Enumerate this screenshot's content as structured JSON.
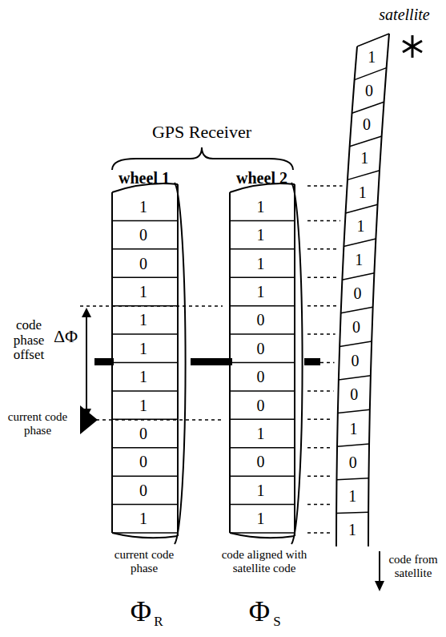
{
  "diagram": {
    "labels": [
      "satellite",
      "GPS Receiver",
      "wheel 1",
      "wheel 2",
      "1",
      "0",
      "0",
      "1",
      "1",
      "1",
      "1",
      "1",
      "0",
      "0",
      "0",
      "1",
      "1",
      "1",
      "1",
      "1",
      "0",
      "0",
      "0",
      "0",
      "1",
      "0",
      "1",
      "1",
      "1",
      "0",
      "0",
      "1",
      "1",
      "1",
      "1",
      "0",
      "0",
      "0",
      "0",
      "1",
      "0",
      "1",
      "1",
      "code phase offset",
      "ΔΦ",
      "current code phase",
      "current code phase",
      "code aligned with satellite code",
      "code from satellite",
      "Φ",
      "R",
      "Φ",
      "S"
    ]
  }
}
